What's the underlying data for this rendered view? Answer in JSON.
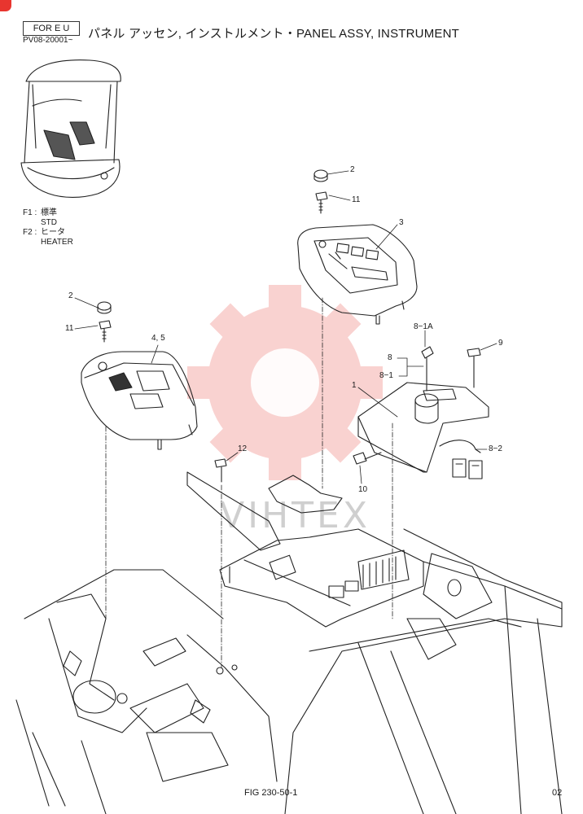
{
  "header": {
    "region": "FOR E U",
    "serial_range": "PV08-20001~",
    "title": "パネル アッセン, インストルメント・PANEL ASSY, INSTRUMENT"
  },
  "legend": [
    {
      "code": "F1 :",
      "label_jp": "標準",
      "label_en": "STD"
    },
    {
      "code": "F2 :",
      "label_jp": "ヒータ",
      "label_en": "HEATER"
    }
  ],
  "callouts": {
    "c2_top": "2",
    "c11_top": "11",
    "c3": "3",
    "c2_left": "2",
    "c11_left": "11",
    "c45": "4, 5",
    "c8_1a": "8−1A",
    "c9": "9",
    "c8": "8",
    "c8_1": "8−1",
    "c1": "1",
    "c8_2": "8−2",
    "c12": "12",
    "c10": "10"
  },
  "watermark": {
    "text": "VIHTEX",
    "color": "#e8352f"
  },
  "footer": {
    "figure": "FIG 230-50-1",
    "page": "02"
  }
}
